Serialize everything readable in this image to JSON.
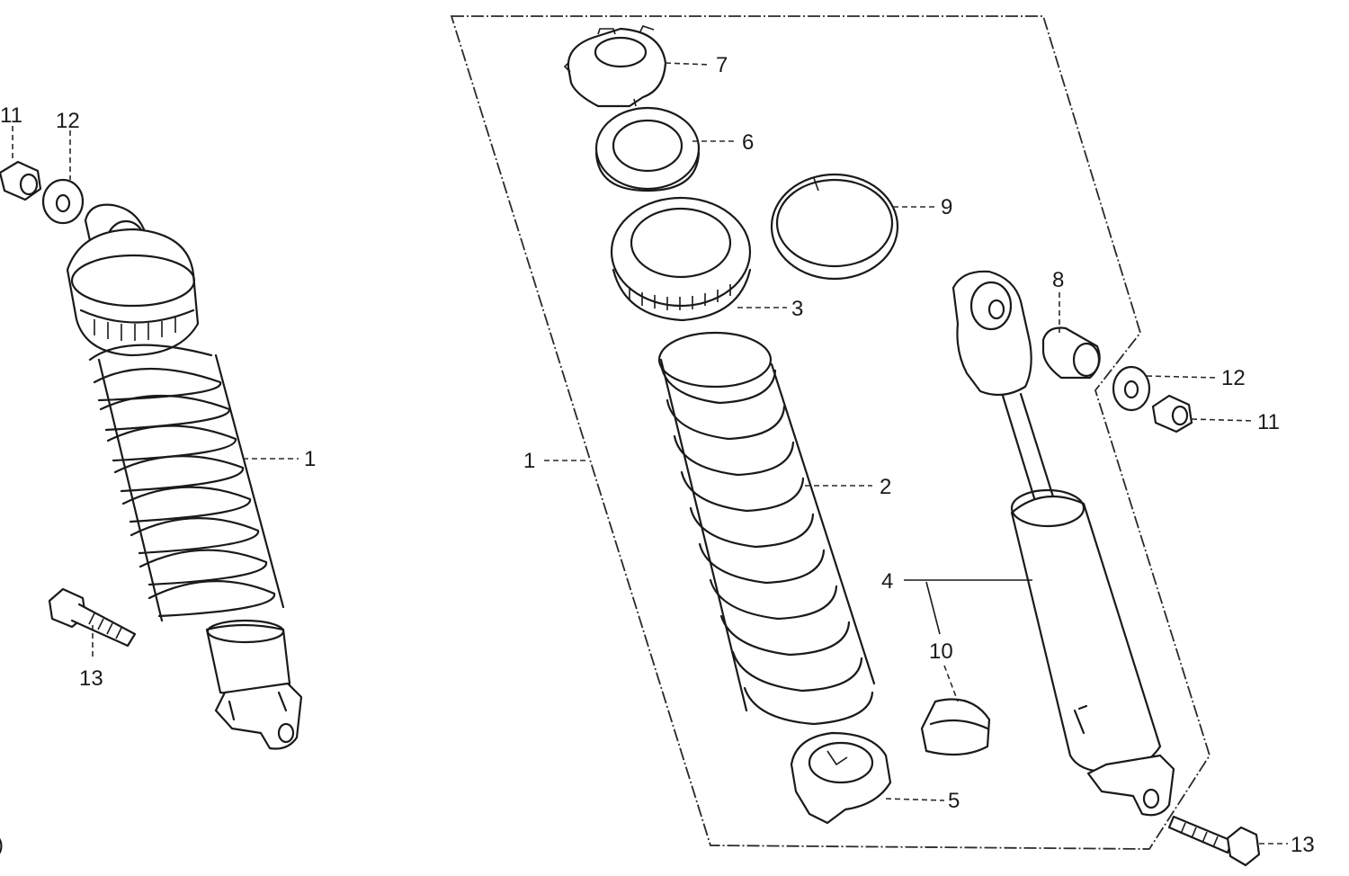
{
  "callouts": {
    "left_1": "1",
    "left_11": "11",
    "left_12": "12",
    "left_13": "13",
    "frame_1": "1",
    "part_2": "2",
    "part_3": "3",
    "part_4": "4",
    "part_5": "5",
    "part_6": "6",
    "part_7": "7",
    "part_8": "8",
    "part_9": "9",
    "part_10": "10",
    "right_11": "11",
    "right_12": "12",
    "right_13": "13"
  },
  "edge_mark": ")"
}
